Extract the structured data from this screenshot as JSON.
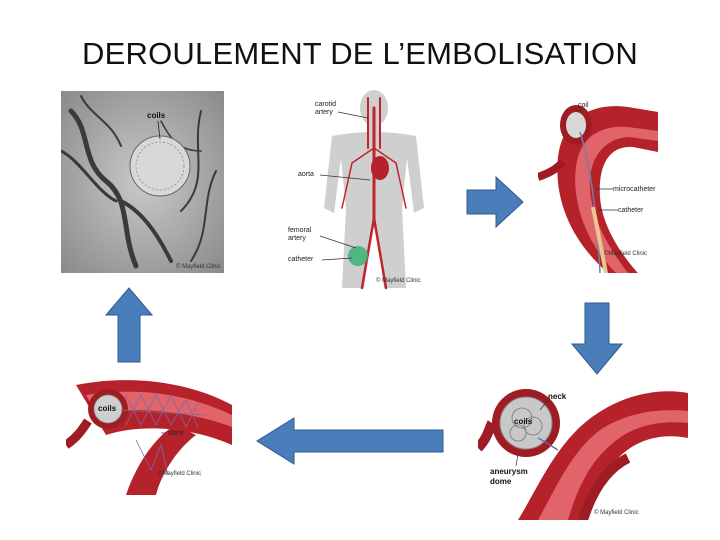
{
  "slide": {
    "title": "DEROULEMENT DE L’EMBOLISATION"
  },
  "panels": {
    "angiogram": {
      "label_coils": "coils",
      "copyright": "© Mayfield Clinic"
    },
    "body": {
      "label_carotid": "carotid",
      "label_carotid2": "artery",
      "label_aorta": "aorta",
      "label_femoral": "femoral",
      "label_femoral2": "artery",
      "label_catheter": "catheter",
      "copyright": "© Mayfield Clinic"
    },
    "microcatheter": {
      "label_coil": "coil",
      "label_microcatheter": "microcatheter",
      "label_catheter": "catheter",
      "copyright": "©Mayfield Clinic"
    },
    "aneurysm": {
      "label_neck": "neck",
      "label_coils": "coils",
      "label_aneurysm": "aneurysm",
      "label_dome": "dome",
      "copyright": "© Mayfield Clinic"
    },
    "stent": {
      "label_coils": "coils",
      "label_stent": "stent",
      "copyright": "©Mayfield Clinic"
    }
  },
  "colors": {
    "arrow": "#4a7ebb",
    "arrow_border": "#2f5a8e",
    "artery": "#b5222a",
    "artery_light": "#e0646a"
  }
}
